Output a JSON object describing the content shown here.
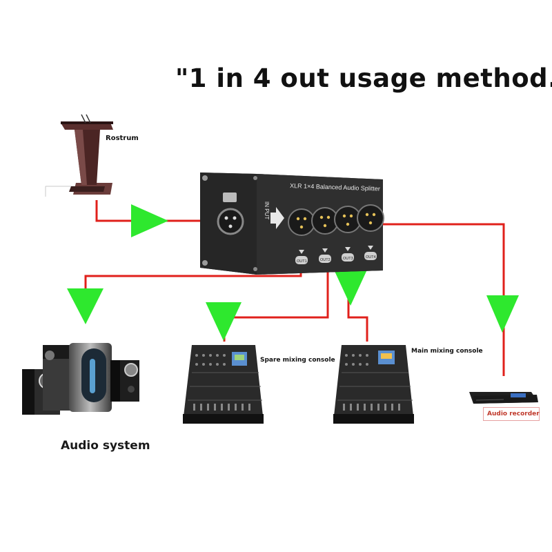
{
  "title": "\"1 in 4 out usage method.",
  "device": {
    "name": "XLR 1×4 Balanced Audio Splitter",
    "input_label": "IN PUT",
    "outputs": [
      "OUT1",
      "OUT2",
      "OUT3",
      "OUT4"
    ]
  },
  "nodes": {
    "rostrum": "Rostrum",
    "audio_system": "Audio system",
    "spare_console": "Spare mixing console",
    "main_console": "Main mixing console",
    "audio_recorder": "Audio recorder"
  },
  "colors": {
    "wire": "#e0201b",
    "arrow": "#2ee82e",
    "device_body": "#2b2b2b",
    "label_accent": "#c0392b"
  }
}
